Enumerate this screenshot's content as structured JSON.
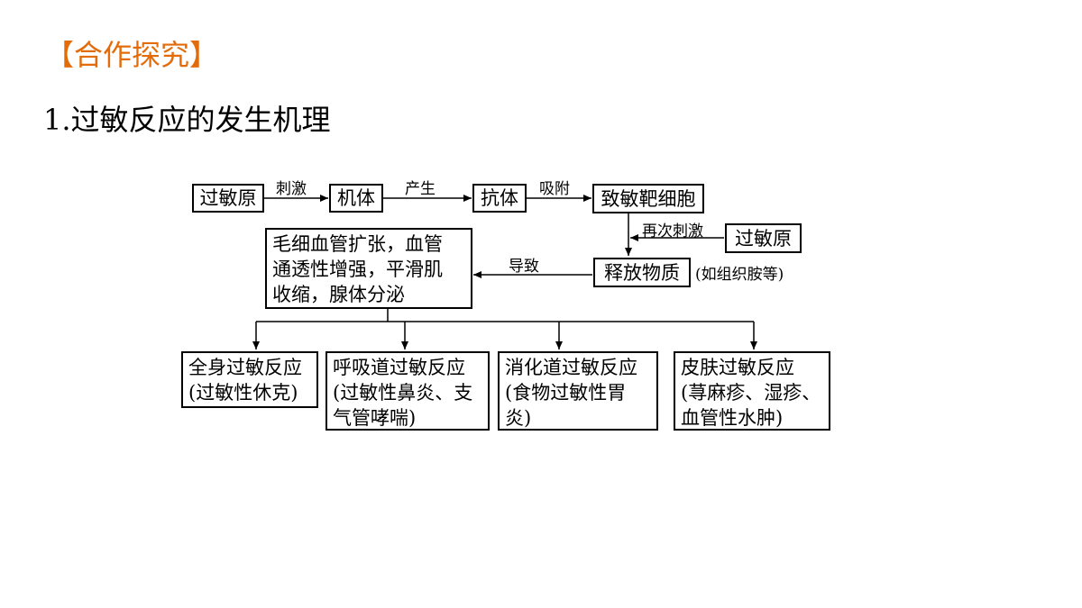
{
  "heading": "【合作探究】",
  "subheading": "1.过敏反应的发生机理",
  "diagram": {
    "nodes": {
      "allergen_first": "过敏原",
      "organism": "机体",
      "antibody": "抗体",
      "sensitized_cell": "致敏靶细胞",
      "allergen_second": "过敏原",
      "release": "释放物质",
      "release_note": "(如组织胺等)",
      "effects": [
        "毛细血管扩张，血管",
        "通透性增强，平滑肌",
        "收缩，腺体分泌"
      ]
    },
    "edge_labels": {
      "stimulate": "刺激",
      "produce": "产生",
      "adsorb": "吸附",
      "restimulate": "再次刺激",
      "cause": "导致"
    },
    "outcomes": [
      {
        "lines": [
          "全身过敏反应",
          "(过敏性休克)"
        ]
      },
      {
        "lines": [
          "呼吸道过敏反应",
          "(过敏性鼻炎、支",
          "气管哮喘)"
        ]
      },
      {
        "lines": [
          "消化道过敏反应",
          "(食物过敏性胃",
          "炎)"
        ]
      },
      {
        "lines": [
          "皮肤过敏反应",
          "(荨麻疹、湿疹、",
          "血管性水肿)"
        ]
      }
    ]
  }
}
